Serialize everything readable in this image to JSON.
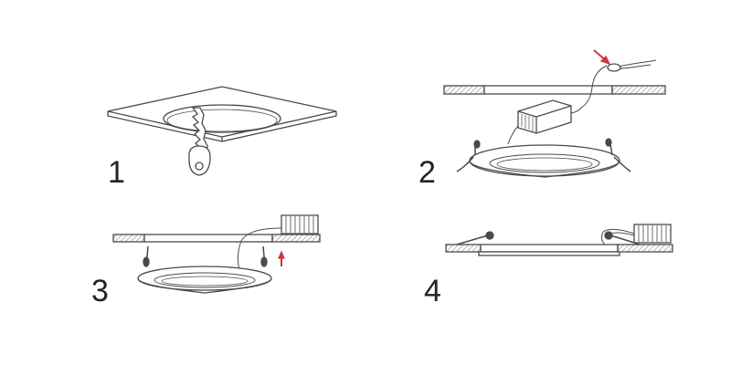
{
  "steps": [
    {
      "label": "1",
      "action": "cut-hole"
    },
    {
      "label": "2",
      "action": "connect-wiring"
    },
    {
      "label": "3",
      "action": "insert-panel"
    },
    {
      "label": "4",
      "action": "installed"
    }
  ],
  "colors": {
    "line": "#4a4a4a",
    "hatch": "#8a8a8a",
    "arrow": "#c8383a",
    "background": "#ffffff"
  }
}
